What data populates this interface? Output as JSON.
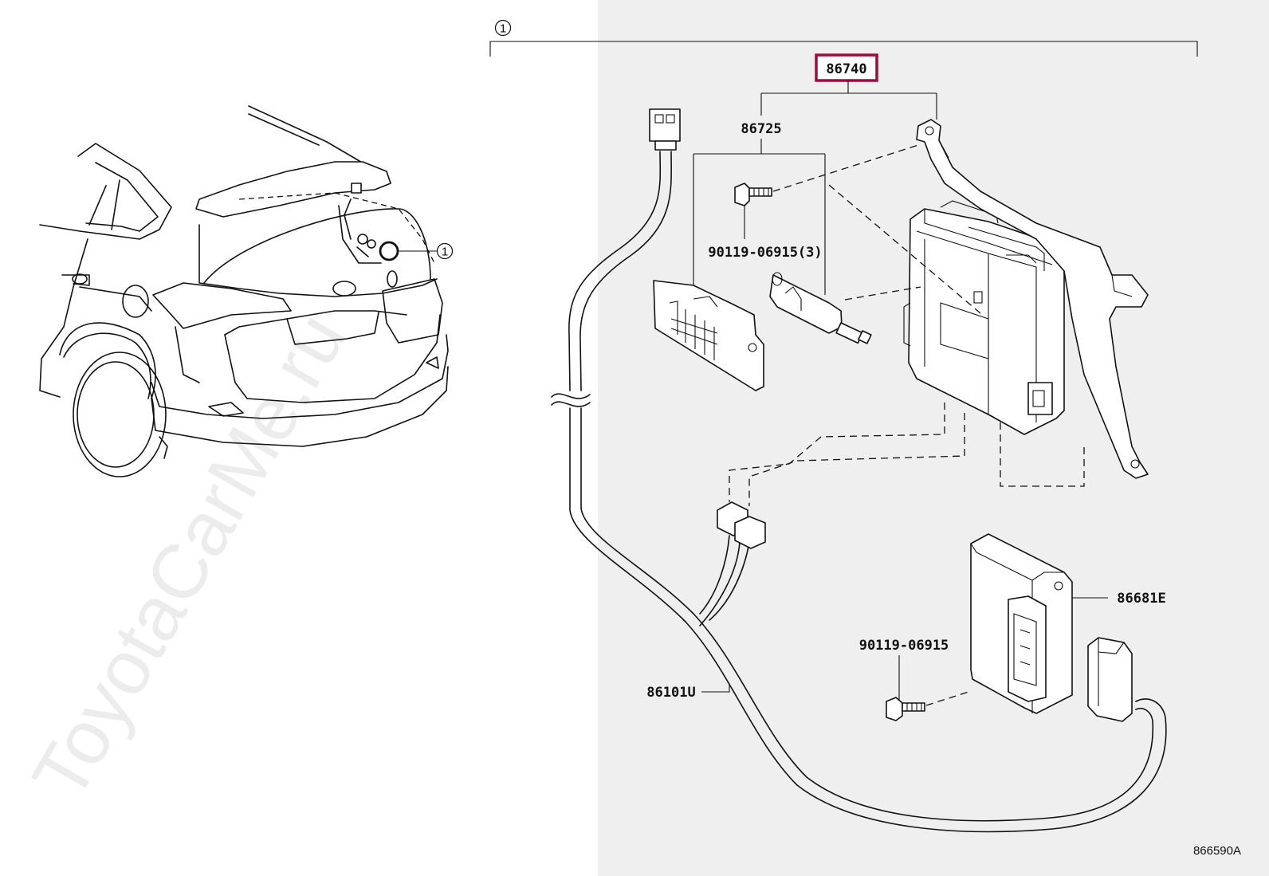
{
  "watermark": "ToyotaCarMe.ru",
  "diagram_id": "866590A",
  "group_marker": "1",
  "callout_marker": "1",
  "parts": {
    "assembly": "86740",
    "bracket_kit": "86725",
    "bolt_multi": "90119-06915(3)",
    "bolt_single": "90119-06915",
    "receiver": "86681E",
    "wire_harness": "86101U"
  },
  "colors": {
    "highlight": "#a00c3a",
    "panel_gray": "#efefef",
    "line": "#111111"
  }
}
